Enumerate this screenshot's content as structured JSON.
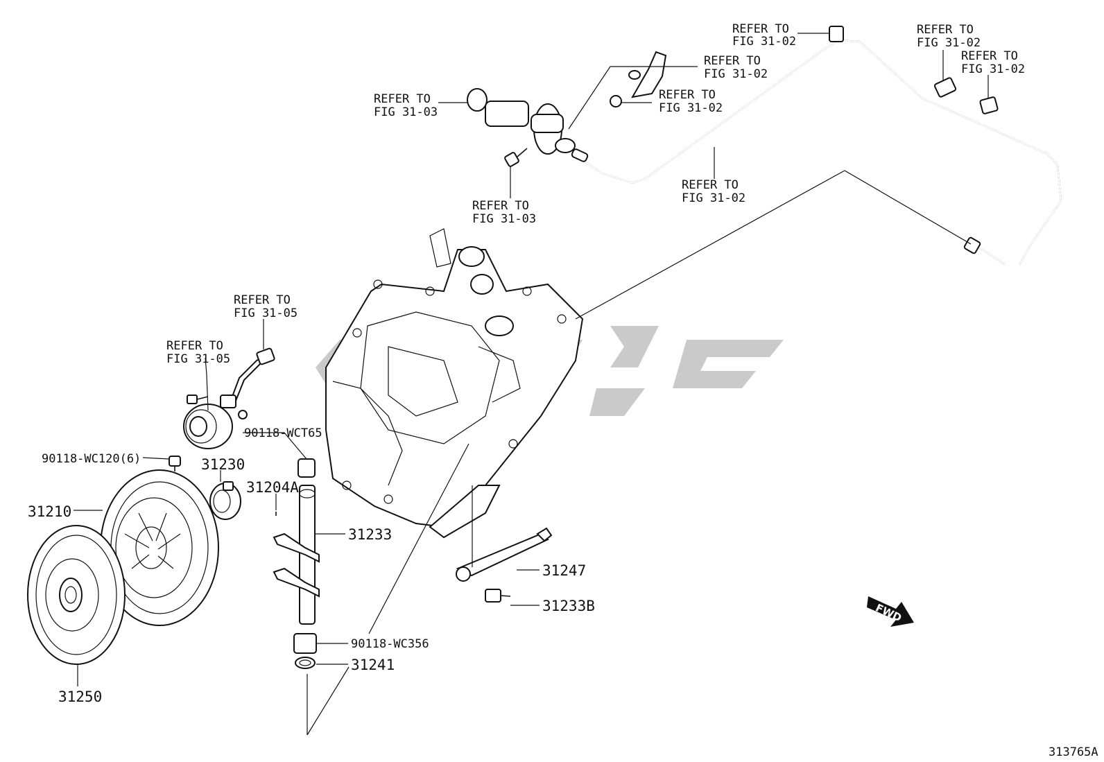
{
  "callouts": {
    "ref_top_left": {
      "line1": "REFER TO",
      "line2": "FIG 31-02"
    },
    "ref_pipe_clamp": {
      "line1": "REFER TO",
      "line2": "FIG 31-02"
    },
    "ref_bracket_small": {
      "line1": "REFER TO",
      "line2": "FIG 31-02"
    },
    "ref_far_right_a": {
      "line1": "REFER TO",
      "line2": "FIG 31-02"
    },
    "ref_far_right_b": {
      "line1": "REFER TO",
      "line2": "FIG 31-02"
    },
    "ref_line_mid": {
      "line1": "REFER TO",
      "line2": "FIG 31-02"
    },
    "ref_master_cyl": {
      "line1": "REFER TO",
      "line2": "FIG 31-03"
    },
    "ref_master_bolt": {
      "line1": "REFER TO",
      "line2": "FIG 31-03"
    },
    "ref_hose": {
      "line1": "REFER TO",
      "line2": "FIG 31-05"
    },
    "ref_hose_bolt": {
      "line1": "REFER TO",
      "line2": "FIG 31-05"
    }
  },
  "parts": {
    "p90118_wct65": "90118-WCT65",
    "p90118_wc120": "90118-WC120(6)",
    "p31230": "31230",
    "p31204a": "31204A",
    "p31210": "31210",
    "p31233": "31233",
    "p31247": "31247",
    "p31233b": "31233B",
    "p90118_wc356": "90118-WC356",
    "p31241": "31241",
    "p31250": "31250"
  },
  "fwd_badge": "FWD",
  "diagram_code": "313765A",
  "colors": {
    "line": "#111111",
    "watermark": "#c4c4c4"
  }
}
